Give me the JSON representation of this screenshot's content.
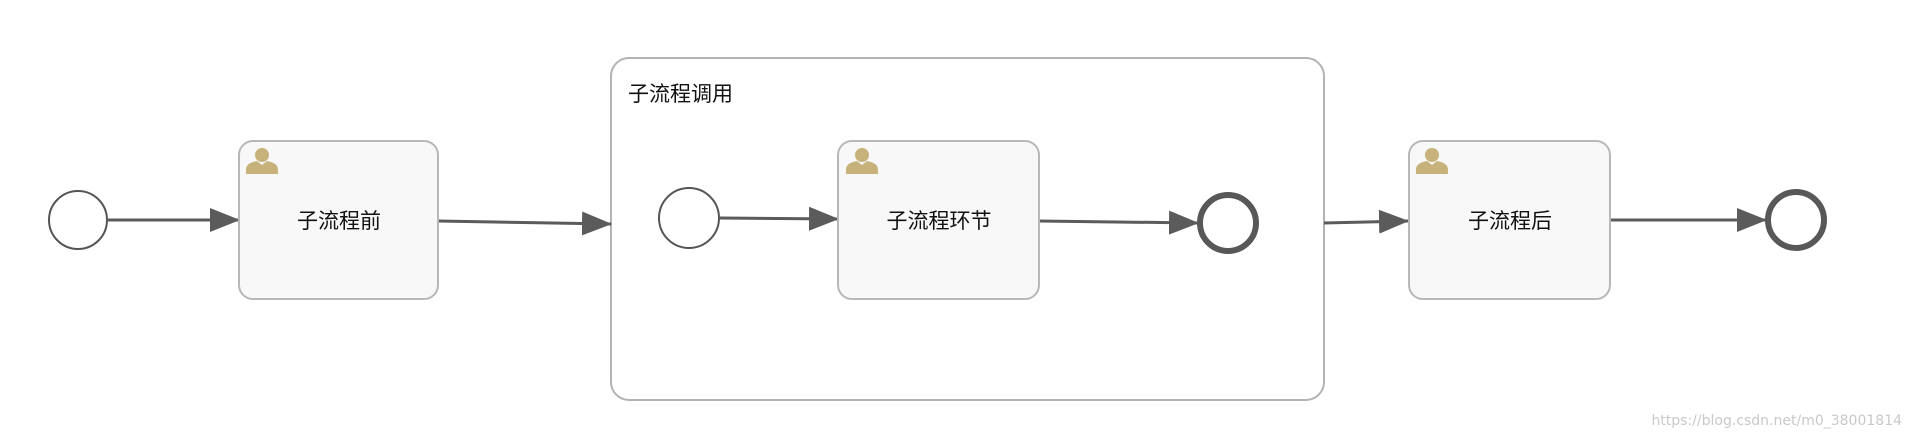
{
  "diagram": {
    "type": "bpmn-process",
    "subprocess": {
      "label": "子流程调用"
    },
    "tasks": {
      "before": {
        "label": "子流程前",
        "icon": "user-icon"
      },
      "inner": {
        "label": "子流程环节",
        "icon": "user-icon"
      },
      "after": {
        "label": "子流程后",
        "icon": "user-icon"
      }
    },
    "events": {
      "start": "start-event",
      "sub_start": "start-event",
      "sub_end": "end-event",
      "end": "end-event"
    },
    "colors": {
      "stroke": "#5b5b5b",
      "task_border": "#b8b8b8",
      "task_fill": "#f8f8f8",
      "user_icon": "#c8b27c",
      "end_stroke": "#585858"
    }
  },
  "watermark": "https://blog.csdn.net/m0_38001814"
}
